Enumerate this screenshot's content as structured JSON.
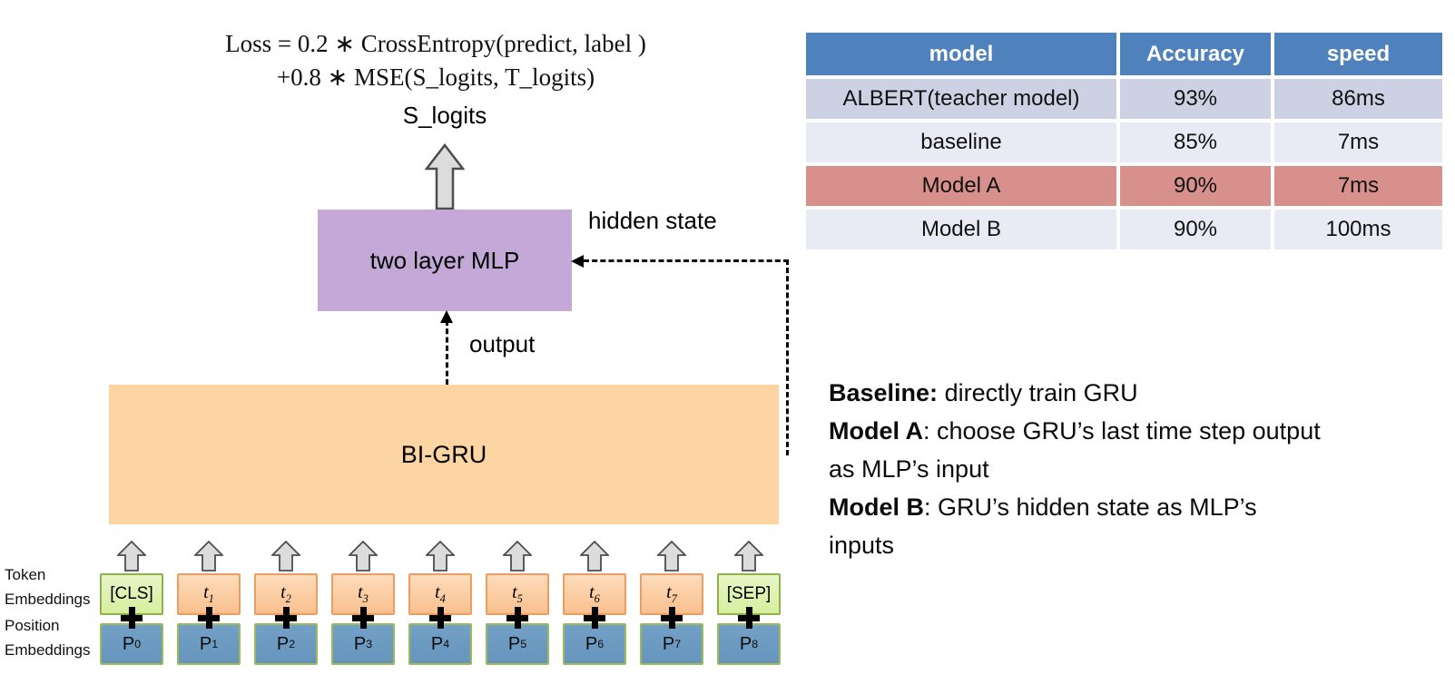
{
  "formula": {
    "line1": "Loss = 0.2 ∗ CrossEntropy(predict, label )",
    "line2": "+0.8 ∗ MSE(S_logits, T_logits)"
  },
  "diagram": {
    "s_logits_label": "S_logits",
    "mlp_label": "two layer MLP",
    "hidden_state_label": "hidden state",
    "output_label": "output",
    "bigru_label": "BI-GRU",
    "token_row_label": [
      "Token",
      "Embeddings"
    ],
    "position_row_label": [
      "Position",
      "Embeddings"
    ],
    "tokens": [
      {
        "text": "[CLS]",
        "type": "special"
      },
      {
        "base": "t",
        "sub": "1",
        "type": "normal"
      },
      {
        "base": "t",
        "sub": "2",
        "type": "normal"
      },
      {
        "base": "t",
        "sub": "3",
        "type": "normal"
      },
      {
        "base": "t",
        "sub": "4",
        "type": "normal"
      },
      {
        "base": "t",
        "sub": "5",
        "type": "normal"
      },
      {
        "base": "t",
        "sub": "6",
        "type": "normal"
      },
      {
        "base": "t",
        "sub": "7",
        "type": "normal"
      },
      {
        "text": "[SEP]",
        "type": "special"
      }
    ],
    "positions": [
      {
        "base": "P",
        "sub": "0"
      },
      {
        "base": "P",
        "sub": "1"
      },
      {
        "base": "P",
        "sub": "2"
      },
      {
        "base": "P",
        "sub": "3"
      },
      {
        "base": "P",
        "sub": "4"
      },
      {
        "base": "P",
        "sub": "5"
      },
      {
        "base": "P",
        "sub": "6"
      },
      {
        "base": "P",
        "sub": "7"
      },
      {
        "base": "P",
        "sub": "8"
      }
    ]
  },
  "table": {
    "columns": [
      "model",
      "Accuracy",
      "speed"
    ],
    "rows": [
      {
        "cells": [
          "ALBERT(teacher model)",
          "93%",
          "86ms"
        ],
        "style": "shade-a"
      },
      {
        "cells": [
          "baseline",
          "85%",
          "7ms"
        ],
        "style": "shade-b"
      },
      {
        "cells": [
          "Model A",
          "90%",
          "7ms"
        ],
        "style": "highlight-red"
      },
      {
        "cells": [
          "Model B",
          "90%",
          "100ms"
        ],
        "style": "shade-b"
      }
    ]
  },
  "notes": [
    {
      "bold": "Baseline:",
      "text": " directly train GRU"
    },
    {
      "bold": "Model A",
      "text": ": choose GRU’s last time step output as MLP’s input"
    },
    {
      "bold": "Model B",
      "text": ": GRU’s hidden state as MLP’s inputs"
    }
  ],
  "colors": {
    "table_header": "#4f81bd",
    "table_row_shade_a": "#ccd2e4",
    "table_row_shade_b": "#e9ebf4",
    "table_row_highlight": "#d8908d",
    "mlp_box": "#c3a8d8",
    "bigru_box": "#fcd5a2",
    "token_box": "#fac08e",
    "special_token_box": "#d6ef9f",
    "position_box": "#6d9cc3",
    "box_border_green": "#9bbb59",
    "box_border_orange": "#ed9d5f"
  }
}
